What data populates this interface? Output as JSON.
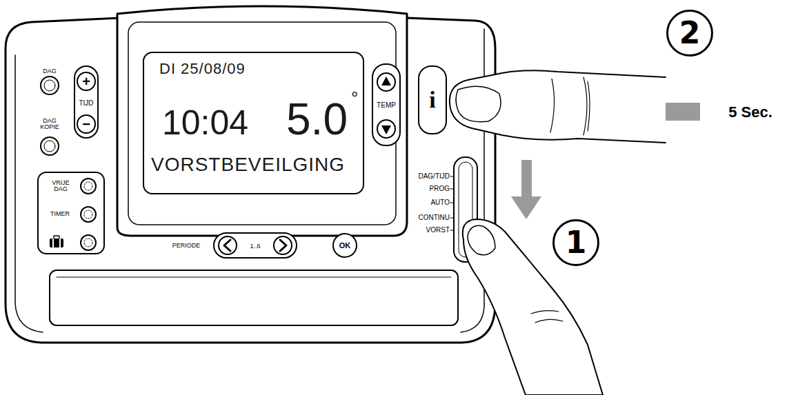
{
  "diagram": {
    "nodes": [
      {
        "text": [
          "+"
        ]
      },
      {
        "text": [
          "−"
        ]
      },
      {
        "text": [
          "DI 25/08/09",
          "10:04",
          "5.0",
          "°",
          "VORSTBEVEILGING"
        ]
      },
      {
        "text": [
          "i"
        ]
      },
      {
        "text": [
          "OK"
        ]
      },
      {
        "text": [
          "2"
        ]
      },
      {
        "text": [
          "1"
        ]
      }
    ],
    "labels": [
      "DAG",
      "TIJD",
      "DAG KOPIE",
      "VRIJE DAG",
      "TIMER",
      "TEMP",
      "PERIODE",
      "1..6",
      "DAG/TIJD",
      "PROG",
      "AUTO",
      "CONTINU",
      "VORST",
      "5 Sec."
    ]
  }
}
